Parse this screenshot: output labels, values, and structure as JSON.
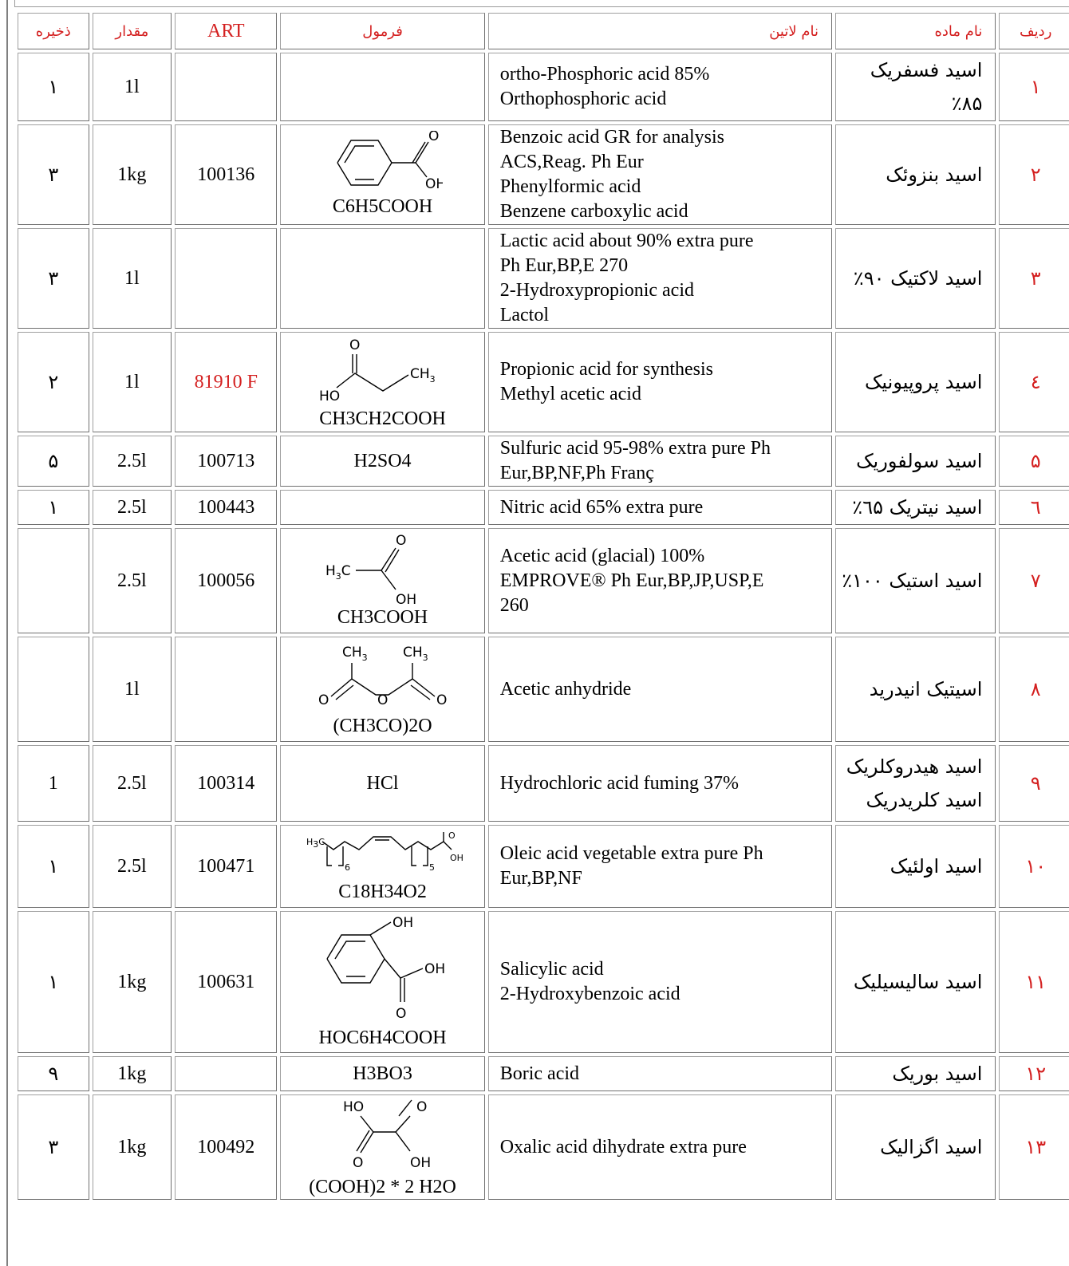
{
  "headers": {
    "stock": "ذخیره",
    "quantity": "مقدار",
    "art": "ART",
    "formula": "فرمول",
    "latin_name": "نام لاتین",
    "material_name": "نام ماده",
    "row": "ردیف"
  },
  "rows": [
    {
      "row": "۱",
      "name_lines": [
        "اسید فسفریک ۸۵٪"
      ],
      "latin": [
        "ortho-Phosphoric acid 85%",
        "Orthophosphoric acid"
      ],
      "formula": "",
      "structure": "",
      "art": "",
      "quantity": "1l",
      "stock": "۱"
    },
    {
      "row": "۲",
      "name_lines": [
        "اسید بنزوئک"
      ],
      "latin": [
        "Benzoic acid GR for analysis",
        "ACS,Reag. Ph Eur",
        "Phenylformic acid",
        "Benzene carboxylic acid"
      ],
      "formula": "C6H5COOH",
      "structure": "benzoic-acid",
      "art": "100136",
      "quantity": "1kg",
      "stock": "۳"
    },
    {
      "row": "۳",
      "name_lines": [
        "اسید لاکتیک ۹۰٪"
      ],
      "latin": [
        "Lactic acid about 90% extra pure",
        "Ph Eur,BP,E 270",
        "2-Hydroxypropionic acid",
        "Lactol"
      ],
      "formula": "",
      "structure": "",
      "art": "",
      "quantity": "1l",
      "stock": "۳"
    },
    {
      "row": "٤",
      "name_lines": [
        "اسید پروپیونیک"
      ],
      "latin": [
        "Propionic acid for synthesis",
        "Methyl acetic acid"
      ],
      "formula": "CH3CH2COOH",
      "structure": "propionic-acid",
      "art": "81910 F",
      "art_color": "#d42020",
      "quantity": "1l",
      "stock": "۲"
    },
    {
      "row": "۵",
      "name_lines": [
        "اسید سولفوریک"
      ],
      "latin": [
        "Sulfuric acid 95-98% extra pure Ph",
        "Eur,BP,NF,Ph Franç"
      ],
      "formula": "H2SO4",
      "structure": "",
      "art": "100713",
      "quantity": "2.5l",
      "stock": "۵"
    },
    {
      "row": "٦",
      "name_lines": [
        "اسید نیتریک ٦۵٪"
      ],
      "latin": [
        "Nitric acid 65% extra pure"
      ],
      "formula": "",
      "structure": "",
      "art": "100443",
      "quantity": "2.5l",
      "stock": "۱"
    },
    {
      "row": "۷",
      "name_lines": [
        "اسید استیک ۱۰۰٪"
      ],
      "latin": [
        "Acetic acid (glacial) 100%",
        "EMPROVE® Ph Eur,BP,JP,USP,E",
        "260"
      ],
      "formula": "CH3COOH",
      "structure": "acetic-acid",
      "art": "100056",
      "quantity": "2.5l",
      "stock": ""
    },
    {
      "row": "۸",
      "name_lines": [
        "اسیتیک انیدرید"
      ],
      "latin": [
        "Acetic anhydride"
      ],
      "formula": "(CH3CO)2O",
      "structure": "acetic-anhydride",
      "art": "",
      "quantity": "1l",
      "stock": ""
    },
    {
      "row": "۹",
      "name_lines": [
        "اسید هیدروکلریک",
        "اسید کلریدریک"
      ],
      "latin": [
        "Hydrochloric acid fuming 37%"
      ],
      "formula": "HCl",
      "structure": "",
      "art": "100314",
      "quantity": "2.5l",
      "stock": "1"
    },
    {
      "row": "۱۰",
      "name_lines": [
        "اسید اولئیک"
      ],
      "latin": [
        "Oleic acid vegetable extra pure Ph",
        "Eur,BP,NF"
      ],
      "formula": "C18H34O2",
      "structure": "oleic-acid",
      "art": "100471",
      "quantity": "2.5l",
      "stock": "۱"
    },
    {
      "row": "۱۱",
      "name_lines": [
        "اسید سالیسیلیک"
      ],
      "latin": [
        "Salicylic acid",
        "2-Hydroxybenzoic acid"
      ],
      "formula": "HOC6H4COOH",
      "structure": "salicylic-acid",
      "art": "100631",
      "quantity": "1kg",
      "stock": "۱"
    },
    {
      "row": "۱۲",
      "name_lines": [
        "اسید بوریک"
      ],
      "latin": [
        "Boric acid"
      ],
      "formula": "H3BO3",
      "structure": "",
      "art": "",
      "quantity": "1kg",
      "stock": "۹"
    },
    {
      "row": "۱۳",
      "name_lines": [
        "اسید اگزالیک"
      ],
      "latin": [
        "Oxalic acid dihydrate extra pure"
      ],
      "formula": "(COOH)2 * 2 H2O",
      "structure": "oxalic-acid",
      "art": "100492",
      "quantity": "1kg",
      "stock": "۳"
    }
  ],
  "structure_labels": {
    "oh": "OH",
    "ho": "HO",
    "o": "O",
    "ch3": "CH",
    "h3c": "H",
    "c": "C",
    "sub3": "3",
    "sub6": "6",
    "sub5": "5"
  }
}
